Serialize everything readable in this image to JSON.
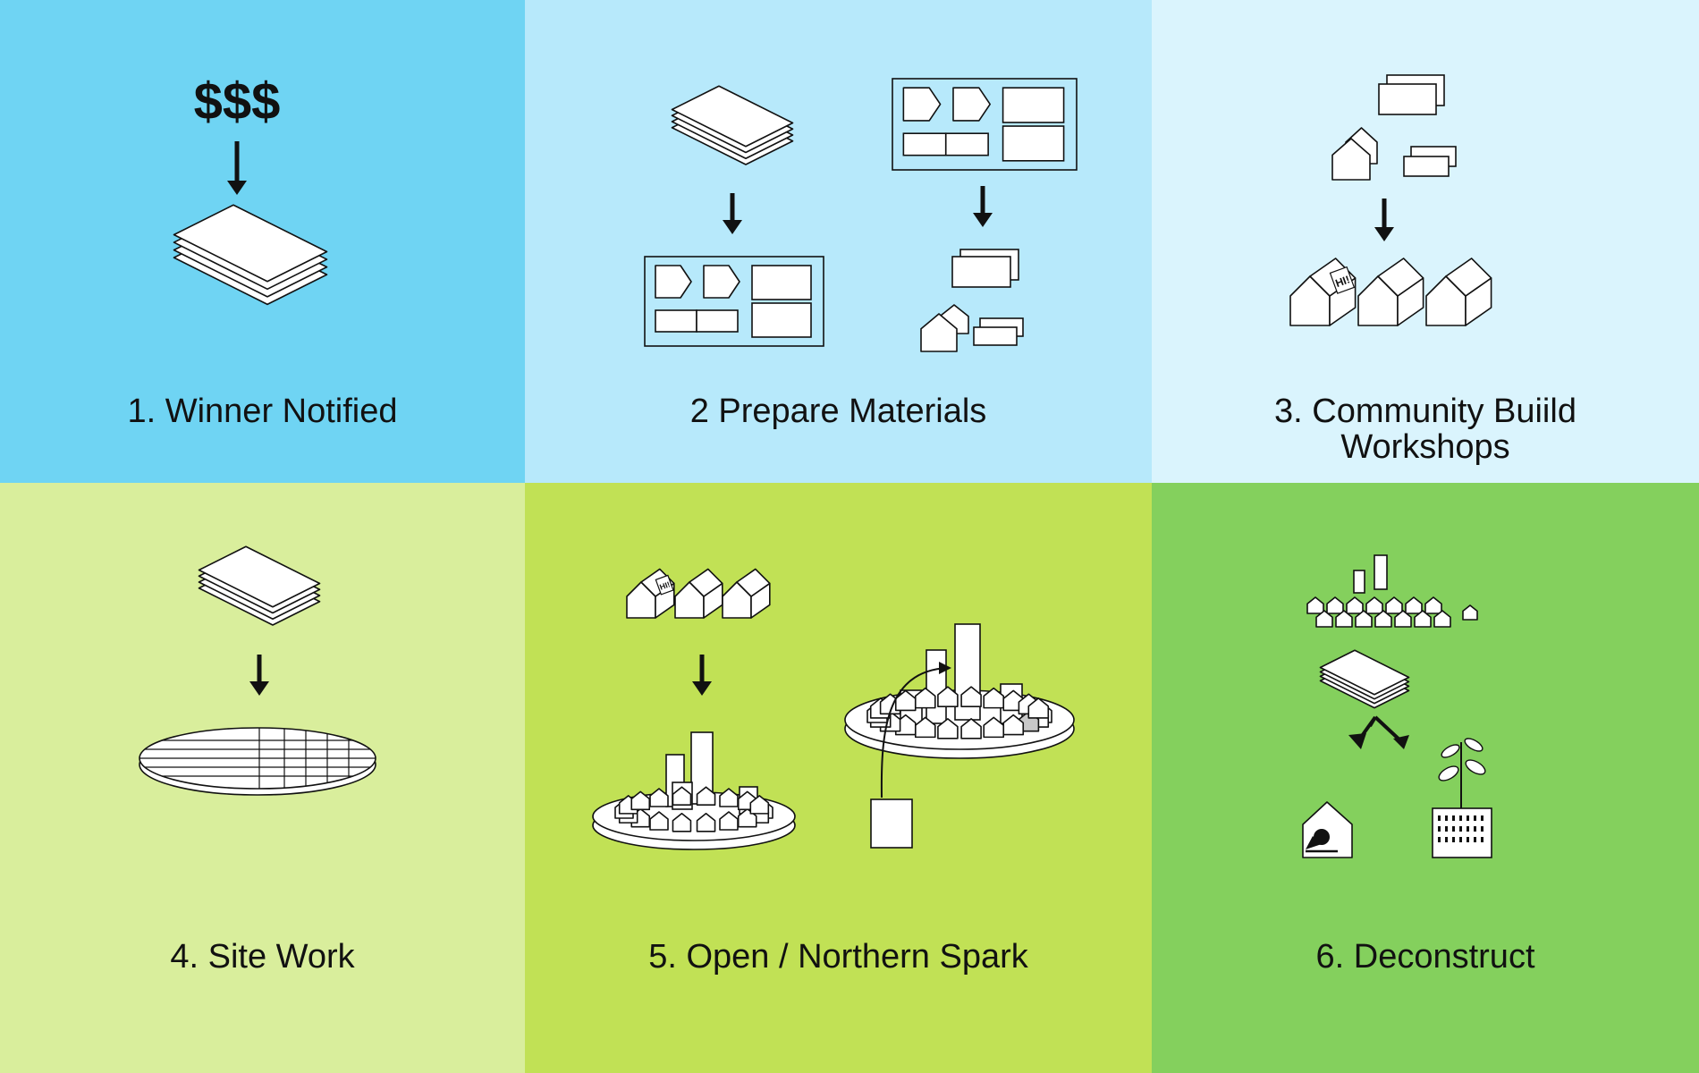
{
  "panels": [
    {
      "id": "winner-notified",
      "label_lines": [
        "1. Winner Notified"
      ],
      "money_symbol": "$$$",
      "background": "#6fd4f3"
    },
    {
      "id": "prepare-materials",
      "label_lines": [
        "2 Prepare Materials"
      ],
      "background": "#b7e9fb"
    },
    {
      "id": "community-build-workshops",
      "label_lines": [
        "3. Community Buiild",
        "Workshops"
      ],
      "house_sign": "HI!",
      "background": "#daf4fd"
    },
    {
      "id": "site-work",
      "label_lines": [
        "4. Site Work"
      ],
      "background": "#d9ee9c"
    },
    {
      "id": "open-northern-spark",
      "label_lines": [
        "5. Open / Northern Spark"
      ],
      "house_sign": "HI!",
      "background": "#c1e155"
    },
    {
      "id": "deconstruct",
      "label_lines": [
        "6. Deconstruct"
      ],
      "background": "#84d05d"
    }
  ],
  "icons": {
    "stack": "paper-stack-icon",
    "arrow": "arrow-down-icon",
    "board": "material-board-icon",
    "house": "house-icon",
    "platform": "platform-icon",
    "birdhouse": "birdhouse-icon",
    "planter": "planter-icon"
  },
  "colors": {
    "ink": "#111111",
    "paper": "#ffffff",
    "highlight": "#c8c8c8"
  }
}
